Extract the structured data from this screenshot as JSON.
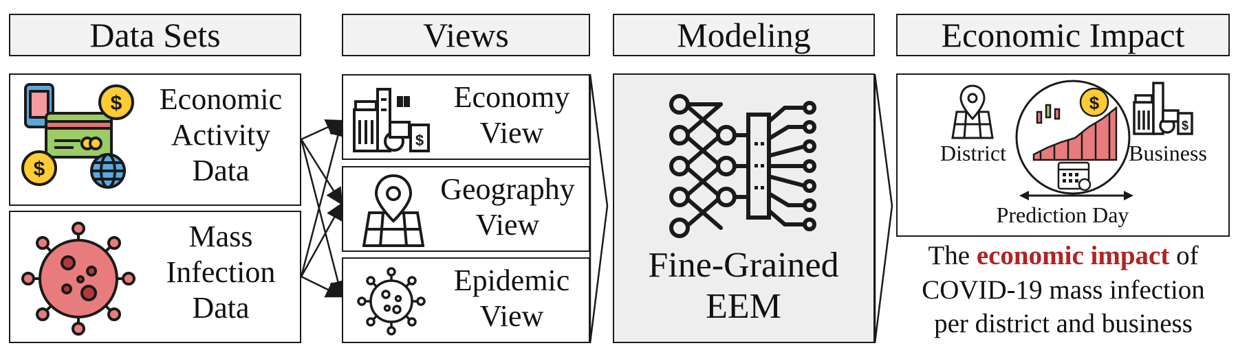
{
  "headers": {
    "datasets": "Data Sets",
    "views": "Views",
    "modeling": "Modeling",
    "impact": "Economic Impact"
  },
  "datasets": {
    "economic": {
      "line1": "Economic",
      "line2": "Activity",
      "line3": "Data",
      "icon": "payment-icon"
    },
    "mass": {
      "line1": "Mass",
      "line2": "Infection",
      "line3": "Data",
      "icon": "virus-icon"
    }
  },
  "views": {
    "economy": {
      "line1": "Economy",
      "line2": "View",
      "icon": "city-icon"
    },
    "geography": {
      "line1": "Geography",
      "line2": "View",
      "icon": "map-pin-icon"
    },
    "epidemic": {
      "line1": "Epidemic",
      "line2": "View",
      "icon": "virus-outline-icon"
    }
  },
  "modeling": {
    "line1": "Fine-Grained",
    "line2": "EEM",
    "icon": "neural-network-icon"
  },
  "impact": {
    "district": "District",
    "business": "Business",
    "prediction_day": "Prediction Day",
    "summary": {
      "part1": "The ",
      "highlight": "economic impact",
      "part2": " of",
      "line2": "COVID-19 mass infection",
      "line3": "per district and business"
    }
  },
  "colors": {
    "highlight": "#b22222",
    "header_bg": "#f2f2f2",
    "model_bg": "#eeeeee",
    "virus": "#e87c7c"
  }
}
